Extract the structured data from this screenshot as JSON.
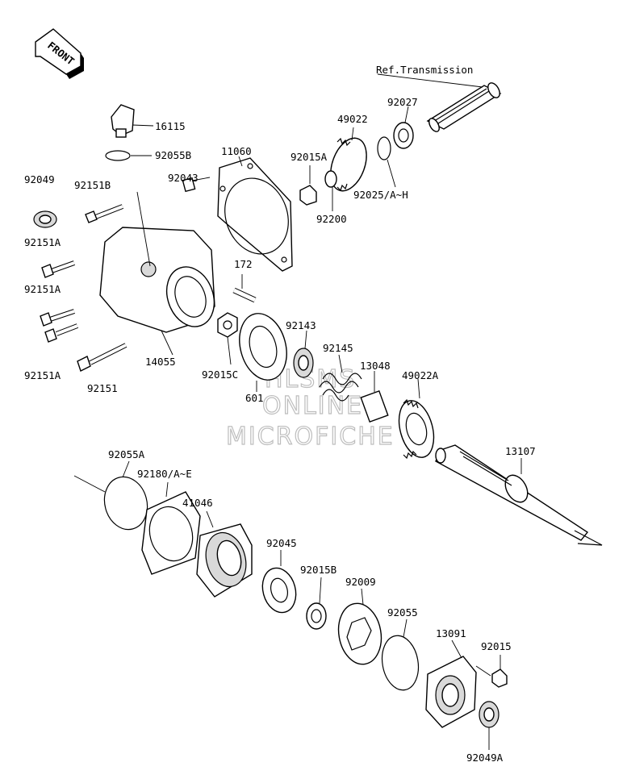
{
  "front_badge": "FRONT",
  "reference": "Ref.Transmission",
  "watermark": [
    "HLSMS",
    "ONLINE",
    "MICROFICHE"
  ],
  "parts": {
    "p16115": "16115",
    "p92055b": "92055B",
    "p11060": "11060",
    "p92049": "92049",
    "p92151b": "92151B",
    "p92043": "92043",
    "p92015a": "92015A",
    "p49022": "49022",
    "p92027": "92027",
    "p92025": "92025/A~H",
    "p92200": "92200",
    "p92151a_1": "92151A",
    "p92151a_2": "92151A",
    "p92151a_3": "92151A",
    "p172": "172",
    "p92143": "92143",
    "p92145": "92145",
    "p13048": "13048",
    "p49022a": "49022A",
    "p14055": "14055",
    "p92015c": "92015C",
    "p601": "601",
    "p92151": "92151",
    "p13107": "13107",
    "p92055a": "92055A",
    "p92180": "92180/A~E",
    "p41046": "41046",
    "p92045": "92045",
    "p92015b": "92015B",
    "p92009": "92009",
    "p92055": "92055",
    "p13091": "13091",
    "p92015": "92015",
    "p92049a": "92049A"
  }
}
